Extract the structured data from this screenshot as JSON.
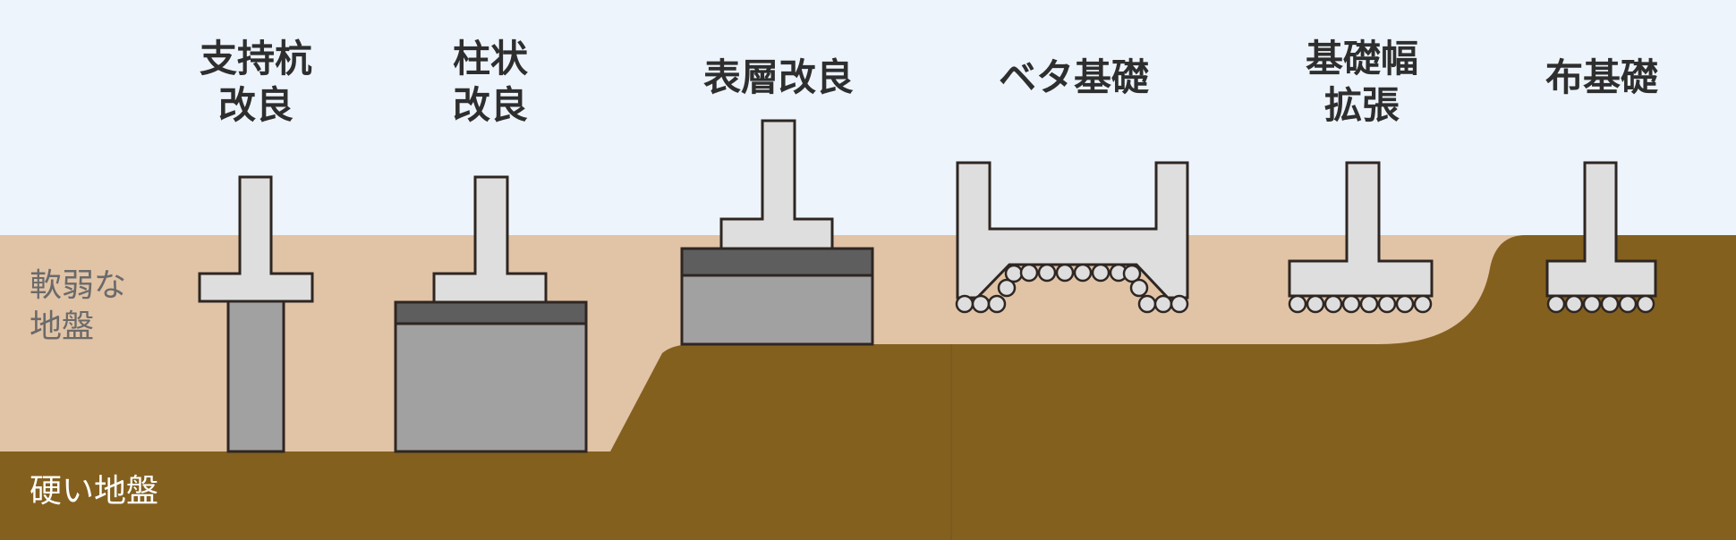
{
  "methods": [
    {
      "line1": "支持杭",
      "line2": "改良"
    },
    {
      "line1": "柱状",
      "line2": "改良"
    },
    {
      "line1": "表層改良",
      "line2": ""
    },
    {
      "line1": "ベタ基礎",
      "line2": ""
    },
    {
      "line1": "基礎幅",
      "line2": "拡張"
    },
    {
      "line1": "布基礎",
      "line2": ""
    }
  ],
  "soil": {
    "soft_line1": "軟弱な",
    "soft_line2": "地盤",
    "hard": "硬い地盤"
  },
  "colors": {
    "sky": "#edf4fb",
    "soft_soil": "#e1c3a6",
    "hard_soil": "#84601f",
    "concrete": "#dedede",
    "improved_ground": "#a1a1a1",
    "improved_top_band": "#5e5e5e",
    "outline": "#2e2622"
  }
}
